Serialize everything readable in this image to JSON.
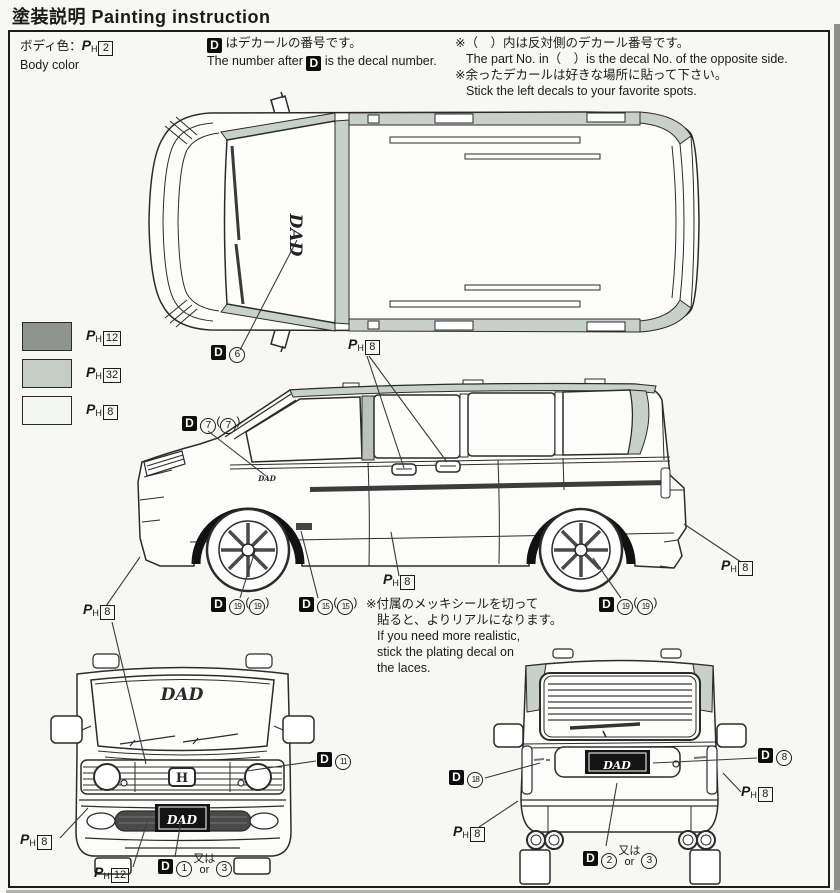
{
  "title": "塗装説明 Painting instruction",
  "punct": {
    "open": "(",
    "close": ")"
  },
  "ph": {
    "p": "P",
    "h": "H"
  },
  "header": {
    "body_color_jp": "ボディ色：",
    "body_color_num": "2",
    "body_color_en": "Body color",
    "decal_note": {
      "d": "D",
      "jp_after": " はデカールの番号です。",
      "en_before": "The number after ",
      "en_after": " is the decal number."
    },
    "side_notes": [
      "※（　）内は反対側のデカール番号です。",
      "The part No. in（　）is the decal No. of the opposite side.",
      "※余ったデカールは好きな場所に貼って下さい。",
      "Stick the left decals to your favorite spots."
    ]
  },
  "paint_colors": {
    "swatches": [
      {
        "num": "12",
        "hex": "#8e958e"
      },
      {
        "num": "32",
        "hex": "#c4cdc3"
      },
      {
        "num": "8",
        "hex": "#f4f6f2"
      }
    ]
  },
  "plating_note": [
    "※付属のメッキシールを切って",
    "貼ると、よりリアルになります。",
    "If you need more realistic,",
    "stick the plating decal on",
    "the laces."
  ],
  "labels": {
    "top_d6": {
      "d": "D",
      "num": "6"
    },
    "side_ph8_handles": {
      "num": "8"
    },
    "side_d7": {
      "d": "D",
      "num": "7",
      "alt": "7"
    },
    "side_ph8_front": {
      "num": "8"
    },
    "side_d19_front": {
      "d": "D",
      "num": "19",
      "alt": "19"
    },
    "side_d15": {
      "d": "D",
      "num": "15",
      "alt": "15"
    },
    "side_ph8_rocker": {
      "num": "8"
    },
    "side_d19_rear": {
      "d": "D",
      "num": "19",
      "alt": "19"
    },
    "side_ph8_rear": {
      "num": "8"
    },
    "front_d11": {
      "d": "D",
      "num": "11"
    },
    "front_ph8": {
      "num": "8"
    },
    "front_ph12": {
      "num": "12"
    },
    "front_d1": {
      "d": "D",
      "first": "1",
      "naka": "又は",
      "or_text": "or",
      "second": "3"
    },
    "rear_d8": {
      "d": "D",
      "num": "8"
    },
    "rear_ph8_right": {
      "num": "8"
    },
    "rear_d18": {
      "d": "D",
      "num": "18"
    },
    "rear_ph8_left": {
      "num": "8"
    },
    "rear_d2": {
      "d": "D",
      "first": "2",
      "naka": "又は",
      "or_text": "or",
      "second": "3"
    }
  },
  "vehicle": {
    "windshield_logo": "DAD",
    "front_windshield_logo": "DAD",
    "grille_emblem": "H",
    "front_plate": "DAD",
    "rear_plate": "DAD",
    "fender_decal": "DAD"
  }
}
